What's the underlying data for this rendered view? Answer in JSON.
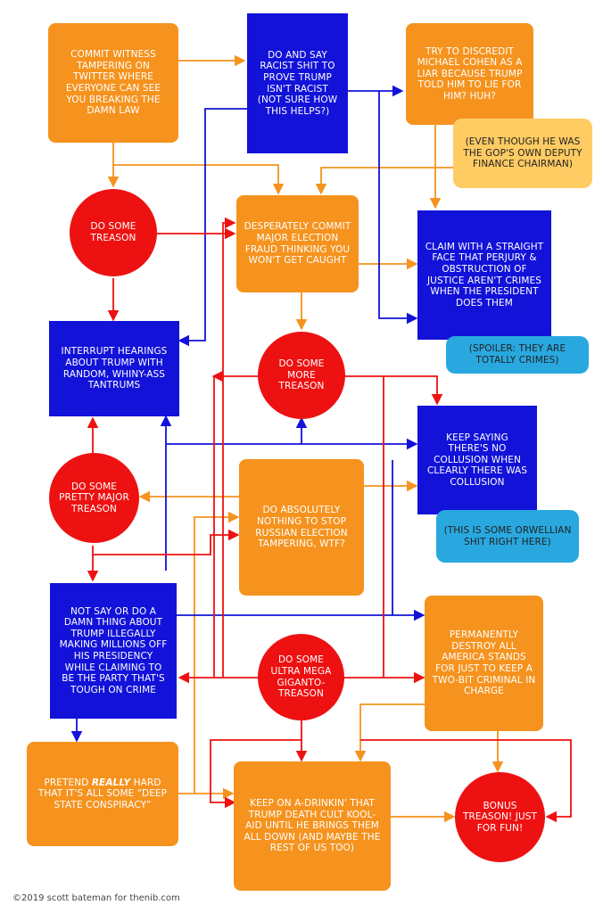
{
  "nodes": {
    "witness": "COMMIT WITNESS TAMPERING ON TWITTER WHERE EVERYONE CAN SEE YOU BREAKING THE DAMN LAW",
    "racist": "DO AND SAY RACIST SHIT TO PROVE TRUMP ISN'T RACIST (NOT SURE HOW THIS HELPS?)",
    "cohen": "TRY TO DISCREDIT MICHAEL COHEN AS A LIAR BECAUSE TRUMP TOLD HIM TO LIE FOR HIM? HUH?",
    "cohen_note": "(EVEN THOUGH HE WAS THE GOP'S OWN DEPUTY FINANCE CHAIRMAN)",
    "treason1": "DO SOME TREASON",
    "fraud": "DESPERATELY COMMIT MAJOR ELECTION FRAUD THINKING YOU WON'T GET CAUGHT",
    "perjury": "CLAIM WITH A STRAIGHT FACE THAT PERJURY & OBSTRUCTION OF JUSTICE AREN'T CRIMES WHEN THE PRESIDENT DOES THEM",
    "perjury_note": "(SPOILER: THEY ARE TOTALLY CRIMES)",
    "hearings": "INTERRUPT HEARINGS ABOUT TRUMP WITH RANDOM, WHINY-ASS TANTRUMS",
    "treason2": "DO SOME MORE TREASON",
    "collusion": "KEEP SAYING THERE'S NO COLLUSION WHEN CLEARLY THERE WAS COLLUSION",
    "collusion_note": "(THIS IS SOME ORWELLIAN SHIT RIGHT HERE)",
    "treason3": "DO SOME PRETTY MAJOR TREASON",
    "russia": "DO ABSOLUTELY NOTHING TO STOP RUSSIAN ELECTION TAMPERING, WTF?",
    "millions": "NOT SAY OR DO A DAMN THING ABOUT TRUMP ILLEGALLY MAKING MILLIONS OFF HIS PRESIDENCY WHILE CLAIMING TO BE THE PARTY THAT'S TOUGH ON CRIME",
    "destroy": "PERMANENTLY DESTROY ALL AMERICA STANDS FOR JUST TO KEEP A TWO-BIT CRIMINAL IN CHARGE",
    "treason4": "DO SOME ULTRA MEGA GIGANTO-TREASON",
    "pretend_pre": "PRETEND",
    "pretend_em": "REALLY",
    "pretend_post": "HARD THAT IT'S ALL SOME “DEEP STATE CONSPIRACY”",
    "koolaid": "KEEP ON A-DRINKIN' THAT TRUMP DEATH CULT KOOL-AID UNTIL HE BRINGS THEM ALL DOWN (AND MAYBE THE REST OF US TOO)",
    "bonus": "BONUS TREASON! JUST FOR FUN!"
  },
  "credit": "©2019 scott bateman for thenib.com",
  "colors": {
    "orange": "#F5931E",
    "blue": "#1212D9",
    "red": "#EE1111",
    "yellow_note": "#FFCB63",
    "cyan_note": "#29A8E0"
  }
}
